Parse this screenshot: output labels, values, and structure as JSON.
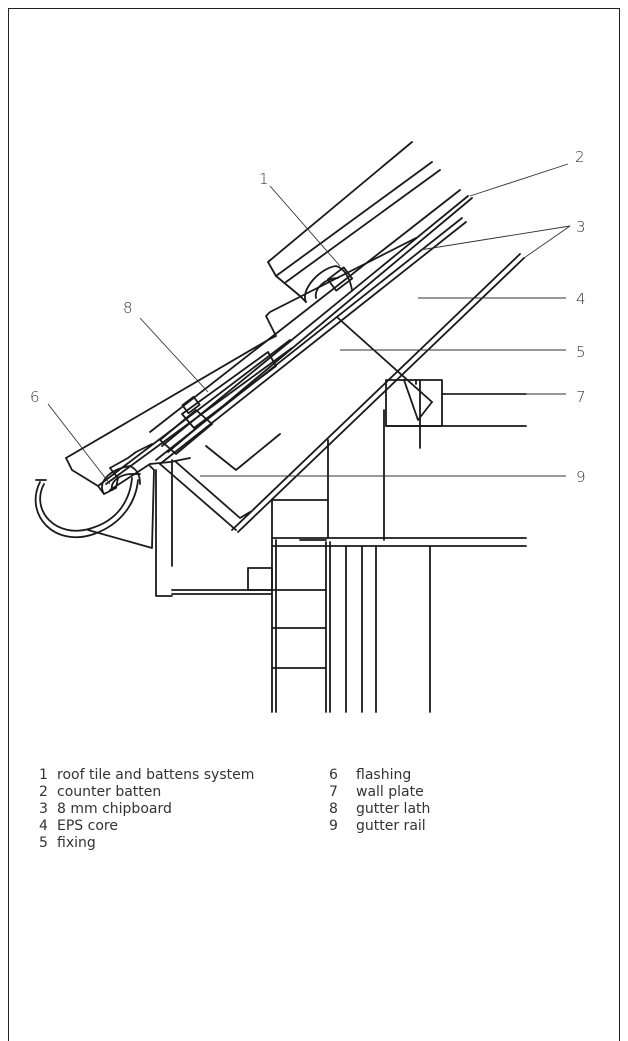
{
  "callouts": [
    {
      "n": "1"
    },
    {
      "n": "2"
    },
    {
      "n": "3"
    },
    {
      "n": "4"
    },
    {
      "n": "5"
    },
    {
      "n": "6"
    },
    {
      "n": "7"
    },
    {
      "n": "8"
    },
    {
      "n": "9"
    }
  ],
  "legend": {
    "left": [
      {
        "n": "1",
        "label": "roof tile and battens system"
      },
      {
        "n": "2",
        "label": "counter batten"
      },
      {
        "n": "3",
        "label": "8 mm chipboard"
      },
      {
        "n": "4",
        "label": "EPS core"
      },
      {
        "n": "5",
        "label": "fixing"
      }
    ],
    "right": [
      {
        "n": "6",
        "label": "flashing"
      },
      {
        "n": "7",
        "label": "wall plate"
      },
      {
        "n": "8",
        "label": "gutter lath"
      },
      {
        "n": "9",
        "label": "gutter rail"
      }
    ]
  }
}
